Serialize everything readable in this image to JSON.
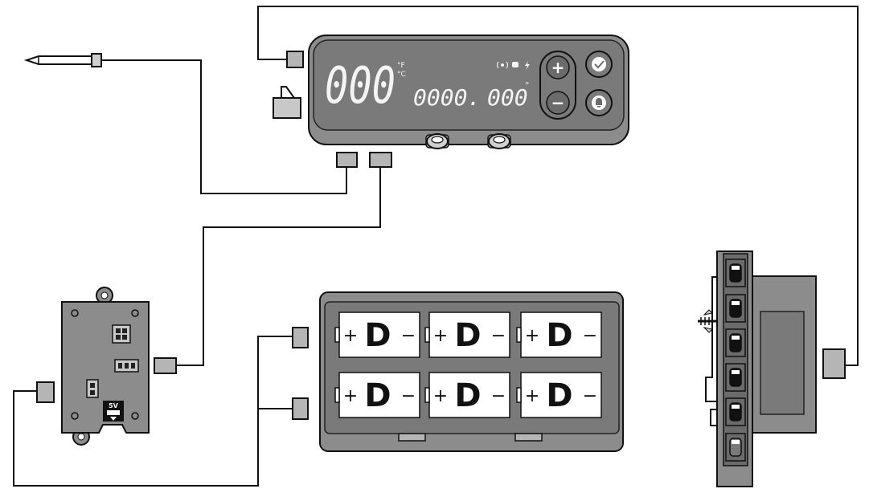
{
  "controller": {
    "main_display": "000",
    "unit_fahrenheit": "°F",
    "unit_celsius": "°C",
    "secondary_display": "0000.",
    "probe_display": "000",
    "probe_degree": "°",
    "plus_symbol": "+",
    "minus_symbol": "−"
  },
  "power_module": {
    "voltage_label": "5V"
  },
  "battery_pack": {
    "cells": [
      {
        "letter": "D",
        "plus": "+",
        "minus": "−"
      },
      {
        "letter": "D",
        "plus": "+",
        "minus": "−"
      },
      {
        "letter": "D",
        "plus": "+",
        "minus": "−"
      },
      {
        "letter": "D",
        "plus": "+",
        "minus": "−"
      },
      {
        "letter": "D",
        "plus": "+",
        "minus": "−"
      },
      {
        "letter": "D",
        "plus": "+",
        "minus": "−"
      }
    ]
  },
  "colors": {
    "device_gray": "#8c8c8c",
    "device_dark": "#6b6b6b",
    "display_panel": "#7a7a7a",
    "connector_gray": "#b5b5b5",
    "wire": "#111111"
  }
}
